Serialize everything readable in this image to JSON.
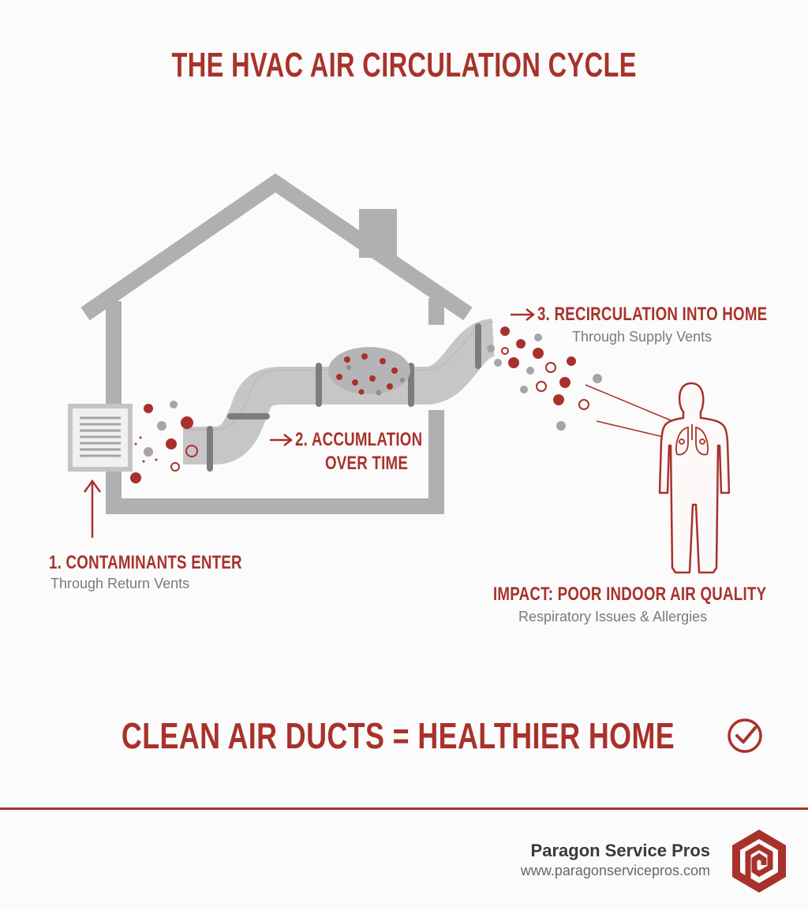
{
  "title": "THE HVAC AIR CIRCULATION CYCLE",
  "steps": {
    "step1": {
      "title": "1. CONTAMINANTS ENTER",
      "subtitle": "Through Return Vents"
    },
    "step2": {
      "title_line1": "2. ACCUMLATION",
      "title_line2": "OVER TIME"
    },
    "step3": {
      "title": "3. RECIRCULATION INTO HOME",
      "subtitle": "Through Supply Vents"
    },
    "impact": {
      "title": "IMPACT: POOR INDOOR AIR QUALITY",
      "subtitle": "Respiratory Issues & Allergies"
    }
  },
  "cta": "CLEAN AIR DUCTS = HEALTHIER HOME",
  "brand": {
    "name": "Paragon Service Pros",
    "url": "www.paragonservicepros.com"
  },
  "colors": {
    "accent": "#a8322b",
    "house": "#b0b0b2",
    "duct": "#c4c4c6",
    "text_gray": "#7a7a7a"
  },
  "icons": [
    "house-outline",
    "return-vent-grille",
    "air-duct",
    "contaminant-particles",
    "human-figure",
    "lungs-icon",
    "check-circle-icon",
    "paragon-logo"
  ]
}
